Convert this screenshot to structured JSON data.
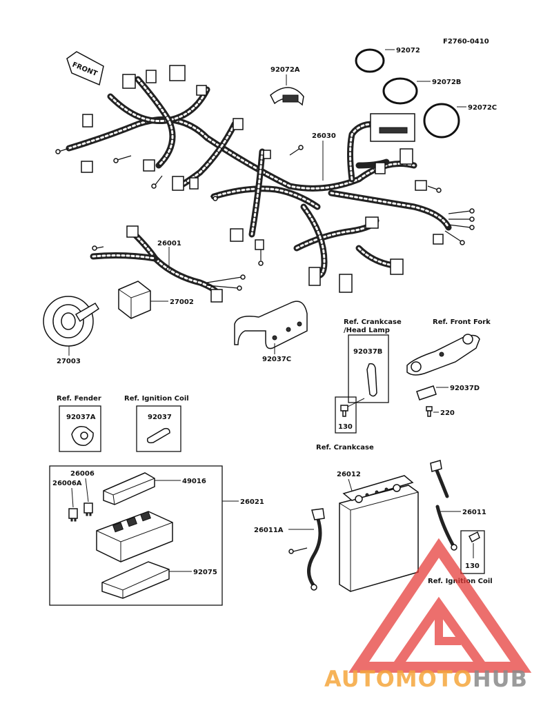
{
  "figure_code": "F2760-0410",
  "front_label": "FRONT",
  "parts": {
    "p92072": "92072",
    "p92072A": "92072A",
    "p92072B": "92072B",
    "p92072C": "92072C",
    "p26030": "26030",
    "p26001": "26001",
    "p27002": "27002",
    "p27003": "27003",
    "p92037C": "92037C",
    "p92037B": "92037B",
    "p130a": "130",
    "p92037D": "92037D",
    "p220": "220",
    "p92037A": "92037A",
    "p92037": "92037",
    "p26006": "26006",
    "p26006A": "26006A",
    "p49016": "49016",
    "p26021": "26021",
    "p92075": "92075",
    "p26012": "26012",
    "p26011": "26011",
    "p26011A": "26011A",
    "p130b": "130"
  },
  "refs": {
    "crankcase_headlamp_1": "Ref. Crankcase",
    "crankcase_headlamp_2": "/Head Lamp",
    "front_fork": "Ref. Front Fork",
    "fender": "Ref. Fender",
    "ignition_coil_top": "Ref. Ignition Coil",
    "crankcase": "Ref. Crankcase",
    "ignition_coil_bottom": "Ref. Ignition Coil"
  },
  "watermark": {
    "part1": "AUTOMOTO",
    "part2": "HUB",
    "color1": "#f5a63d",
    "color2": "#8a8a8a",
    "logo_color": "#e53935"
  }
}
